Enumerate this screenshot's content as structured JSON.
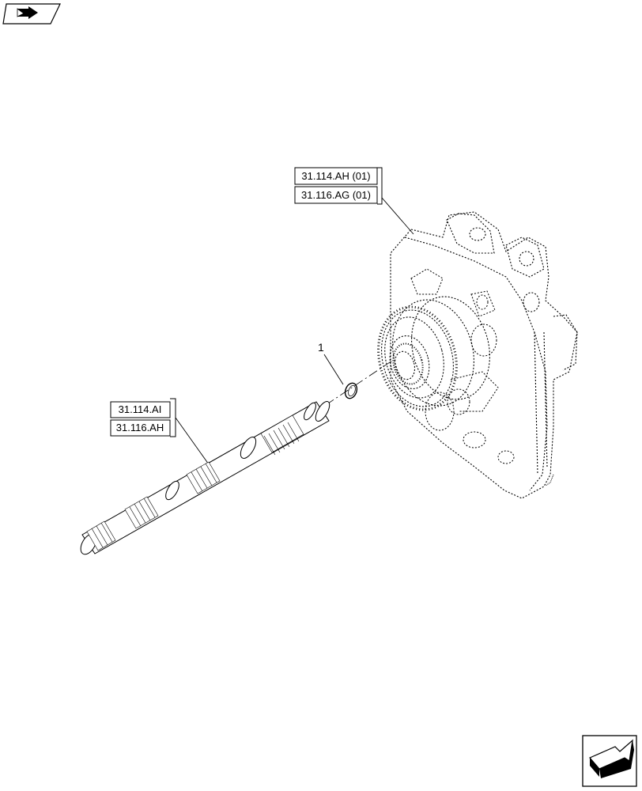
{
  "navigation": {
    "prev_icon": "arrow-left-icon",
    "next_icon": "arrow-right-icon"
  },
  "references": {
    "housing": [
      "31.114.AH (01)",
      "31.116.AG (01)"
    ],
    "shaft": [
      "31.114.AI",
      "31.116.AH"
    ]
  },
  "callouts": {
    "item_1": "1"
  },
  "colors": {
    "line": "#000000",
    "background": "#ffffff"
  }
}
